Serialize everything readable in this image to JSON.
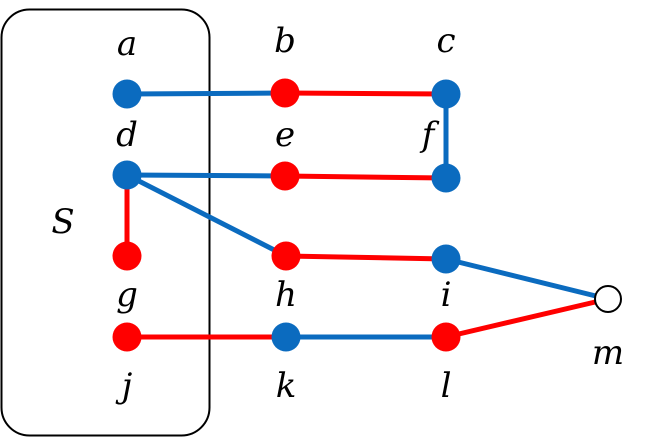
{
  "colors": {
    "blue": "#0b6bbf",
    "red": "#ff0000",
    "outline": "#000000",
    "open_fill": "#ffffff"
  },
  "set_label": "S",
  "nodes": [
    {
      "id": "a",
      "label": "a",
      "color": "blue"
    },
    {
      "id": "b",
      "label": "b",
      "color": "red"
    },
    {
      "id": "c",
      "label": "c",
      "color": "blue"
    },
    {
      "id": "d",
      "label": "d",
      "color": "blue"
    },
    {
      "id": "e",
      "label": "e",
      "color": "red"
    },
    {
      "id": "f",
      "label": "f",
      "color": "blue"
    },
    {
      "id": "g",
      "label": "g",
      "color": "red"
    },
    {
      "id": "h",
      "label": "h",
      "color": "red"
    },
    {
      "id": "i",
      "label": "i",
      "color": "blue"
    },
    {
      "id": "j",
      "label": "j",
      "color": "red"
    },
    {
      "id": "k",
      "label": "k",
      "color": "blue"
    },
    {
      "id": "l",
      "label": "l",
      "color": "red"
    },
    {
      "id": "m",
      "label": "m",
      "color": "open"
    }
  ],
  "edges": [
    {
      "from": "a",
      "to": "b",
      "color": "blue"
    },
    {
      "from": "b",
      "to": "c",
      "color": "red"
    },
    {
      "from": "c",
      "to": "f",
      "color": "blue"
    },
    {
      "from": "d",
      "to": "e",
      "color": "blue"
    },
    {
      "from": "e",
      "to": "f",
      "color": "red"
    },
    {
      "from": "d",
      "to": "g",
      "color": "red"
    },
    {
      "from": "d",
      "to": "h",
      "color": "blue"
    },
    {
      "from": "h",
      "to": "i",
      "color": "red"
    },
    {
      "from": "i",
      "to": "m",
      "color": "blue"
    },
    {
      "from": "j",
      "to": "k",
      "color": "red"
    },
    {
      "from": "k",
      "to": "l",
      "color": "blue"
    },
    {
      "from": "l",
      "to": "m",
      "color": "red"
    }
  ]
}
